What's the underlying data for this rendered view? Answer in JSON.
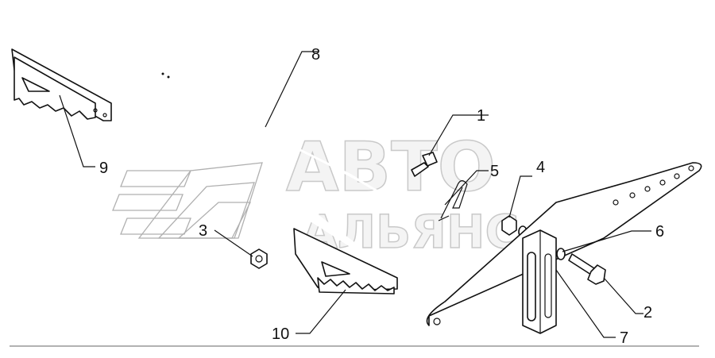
{
  "watermark": {
    "line1": "АВТО",
    "line2": "АЛЬЯНС"
  },
  "callouts": [
    {
      "id": "c1",
      "label": "1"
    },
    {
      "id": "c2",
      "label": "2"
    },
    {
      "id": "c3",
      "label": "3"
    },
    {
      "id": "c4",
      "label": "4"
    },
    {
      "id": "c5",
      "label": "5"
    },
    {
      "id": "c6",
      "label": "6"
    },
    {
      "id": "c7",
      "label": "7"
    },
    {
      "id": "c8",
      "label": "8"
    },
    {
      "id": "c9",
      "label": "9"
    },
    {
      "id": "c10",
      "label": "10"
    }
  ],
  "colors": {
    "line": "#111111",
    "watermark": "#c9c9c9",
    "background": "#ffffff"
  }
}
